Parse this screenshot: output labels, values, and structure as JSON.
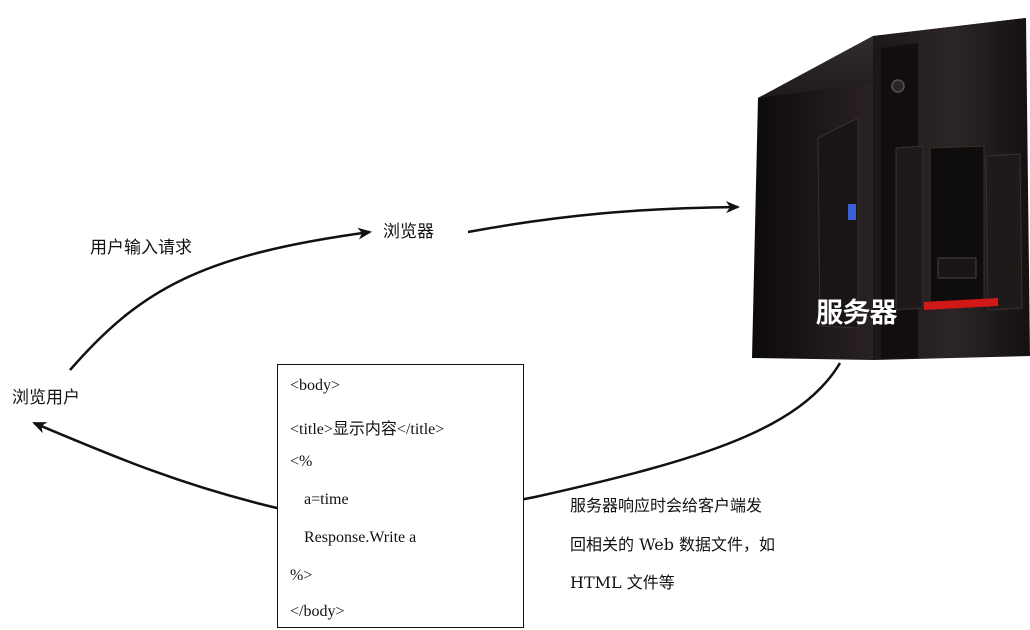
{
  "nodes": {
    "user": "浏览用户",
    "browser": "浏览器",
    "server": "服务器"
  },
  "edges": {
    "user_to_browser": "用户输入请求"
  },
  "code_box": {
    "lines": [
      "<body>",
      "<title>显示内容</title>",
      "<%",
      "a=time",
      "Response.Write a",
      "%>",
      "</body>"
    ]
  },
  "caption": {
    "lines": [
      "服务器响应时会给客户端发",
      "回相关的 Web 数据文件，如",
      "HTML 文件等"
    ]
  },
  "colors": {
    "line": "#111111",
    "server_body": "#1a1515",
    "server_accent": "#d01818",
    "server_indicator": "#3a60d8"
  }
}
